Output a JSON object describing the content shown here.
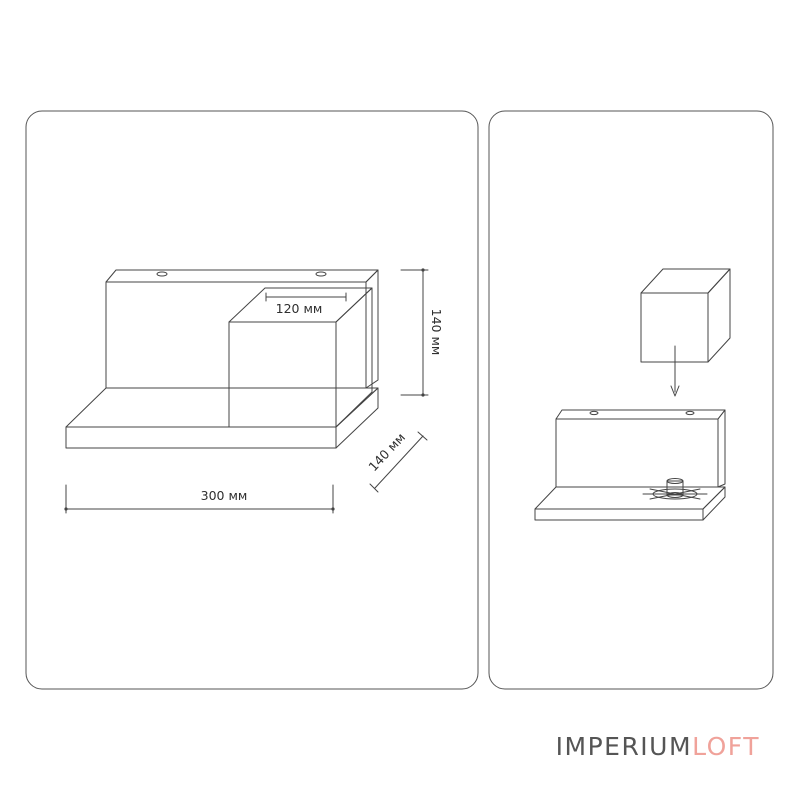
{
  "dimensions": {
    "inner_width": "120 мм",
    "height": "140 мм",
    "depth": "140 мм",
    "width": "300 мм"
  },
  "brand": {
    "part1": "IMPERIUM",
    "part2": "LOFT",
    "color_primary": "#555555",
    "color_accent": "#f0a29a"
  }
}
